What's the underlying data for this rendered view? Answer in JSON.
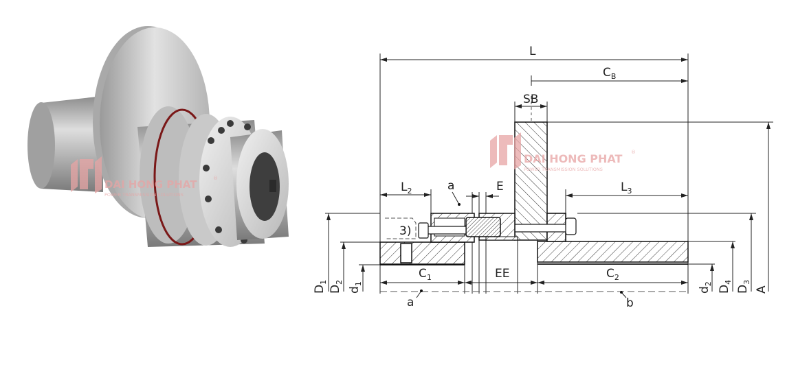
{
  "watermark": {
    "brand": "DAI HONG PHAT",
    "tagline": "POWER TRANSMISSION SOLUTIONS",
    "mark": "®"
  },
  "colors": {
    "watermark": "#e7a4a4",
    "line": "#222222",
    "steel": "#c8c8c8",
    "rubber": "#8a1c1c"
  },
  "labels": {
    "L": "L",
    "CB_main": "C",
    "CB_sub": "B",
    "SB": "SB",
    "L2_main": "L",
    "L2_sub": "2",
    "L3_main": "L",
    "L3_sub": "3",
    "E": "E",
    "EE": "EE",
    "a_top": "a",
    "a_bottom": "a",
    "b": "b",
    "note3": "3)",
    "C1_main": "C",
    "C1_sub": "1",
    "C2_main": "C",
    "C2_sub": "2",
    "D1_main": "D",
    "D1_sub": "1",
    "D2_main": "D",
    "D2_sub": "2",
    "d1_main": "d",
    "d1_sub": "1",
    "d2_main": "d",
    "d2_sub": "2",
    "D4_main": "D",
    "D4_sub": "4",
    "D3_main": "D",
    "D3_sub": "3",
    "A": "A"
  }
}
